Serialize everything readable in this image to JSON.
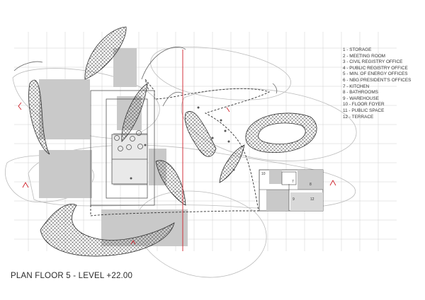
{
  "legend": {
    "items": [
      "1 - STORAGE",
      "2 - MEETING ROOM",
      "3 - CIVIL REGISTRY OFFICE",
      "4 - PUBLIC REGISTRY OFFICE",
      "5 - MIN. OF ENERGY OFFICES",
      "6 - NBG PRESIDENT'S OFFICES",
      "7 - KITCHEN",
      "8 - BATHROOMS",
      "9 - WAREHOUSE",
      "10 - FLOOR FOYER",
      "11 - PUBLIC SPACE",
      "12 - TERRACE"
    ]
  },
  "title": "PLAN FLOOR 5 -  LEVEL +22.00",
  "room_labels": {
    "foyer": "10",
    "kitchen": "7",
    "bath": "8",
    "warehouse": "9",
    "terrace": "12"
  },
  "colors": {
    "line": "#555555",
    "grid": "#cfcfcf",
    "fill_gray": "#c9c9c9",
    "accent_red": "#d0202a"
  }
}
